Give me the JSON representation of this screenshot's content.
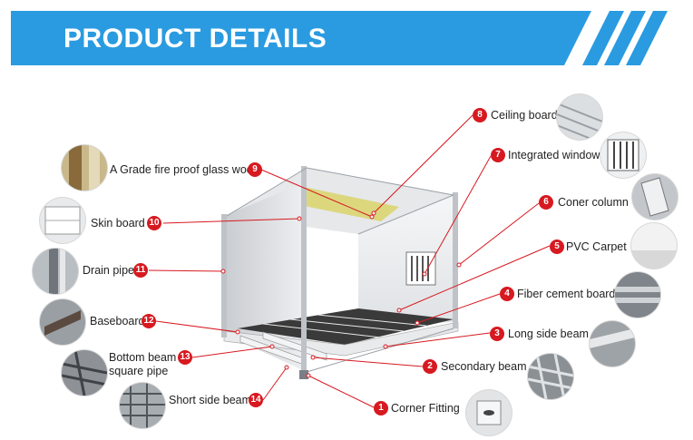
{
  "banner": {
    "title": "PRODUCT DETAILS",
    "color": "#2a9be0"
  },
  "marker_color": "#d71920",
  "components": [
    {
      "num": "1",
      "label": "Corner Fitting",
      "icon": "corner-fitting-photo"
    },
    {
      "num": "2",
      "label": "Secondary beam",
      "icon": "secondary-beam-photo"
    },
    {
      "num": "3",
      "label": "Long side beam",
      "icon": "long-side-beam-photo"
    },
    {
      "num": "4",
      "label": "Fiber cement board",
      "icon": "fiber-cement-board-photo"
    },
    {
      "num": "5",
      "label": "PVC Carpet",
      "icon": "pvc-carpet-photo"
    },
    {
      "num": "6",
      "label": "Coner column",
      "icon": "corner-column-photo"
    },
    {
      "num": "7",
      "label": "Integrated window",
      "icon": "integrated-window-photo"
    },
    {
      "num": "8",
      "label": "Ceiling board",
      "icon": "ceiling-board-photo"
    },
    {
      "num": "9",
      "label": "A Grade fire proof glass wool",
      "icon": "glass-wool-photo"
    },
    {
      "num": "10",
      "label": "Skin board",
      "icon": "skin-board-photo"
    },
    {
      "num": "11",
      "label": "Drain pipe",
      "icon": "drain-pipe-photo"
    },
    {
      "num": "12",
      "label": "Baseboard",
      "icon": "baseboard-photo"
    },
    {
      "num": "13",
      "label_line1": "Bottom beam",
      "label_line2": "square pipe",
      "icon": "bottom-beam-photo"
    },
    {
      "num": "14",
      "label": "Short side beam",
      "icon": "short-side-beam-photo"
    }
  ]
}
